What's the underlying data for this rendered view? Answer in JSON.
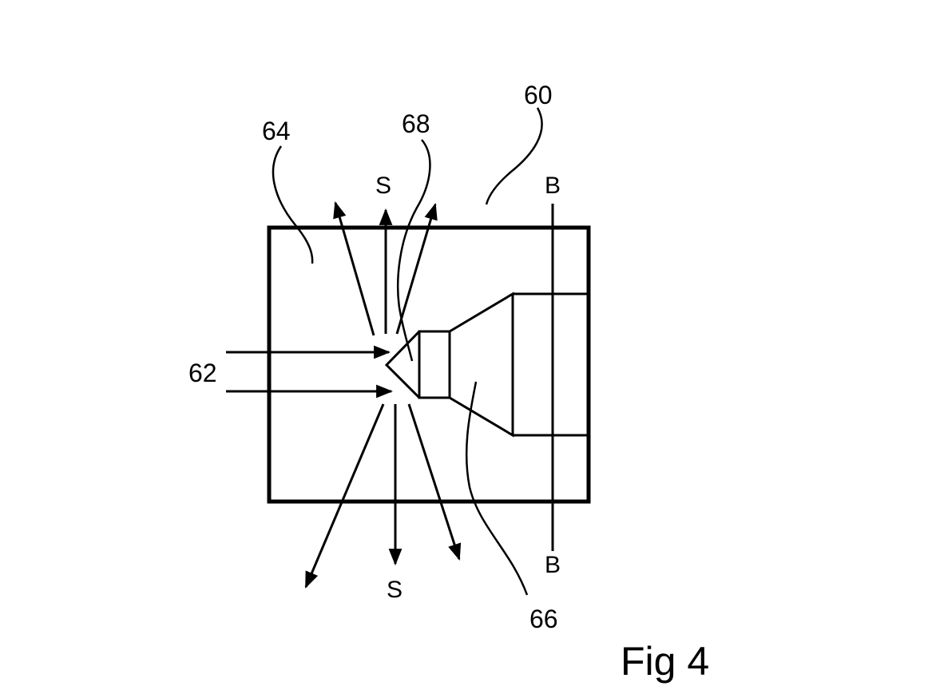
{
  "figure": {
    "caption": "Fig 4",
    "reference_numerals": {
      "device": "60",
      "incoming_beam": "62",
      "region": "64",
      "component": "66",
      "tip": "68"
    },
    "markers": {
      "scatter_top": "S",
      "scatter_bottom": "S",
      "section_top": "B",
      "section_bottom": "B"
    }
  }
}
